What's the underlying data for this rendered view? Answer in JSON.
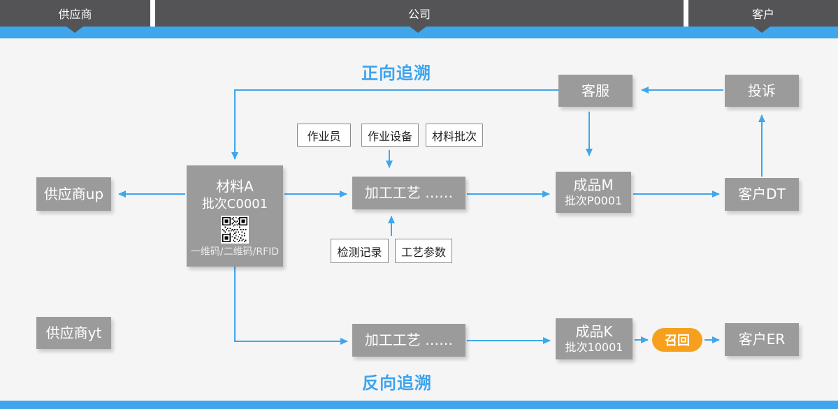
{
  "header": {
    "supplier": "供应商",
    "company": "公司",
    "customer": "客户"
  },
  "titles": {
    "forward": "正向追溯",
    "backward": "反向追溯"
  },
  "nodes": {
    "service": "客服",
    "complaint": "投诉",
    "supplier_up": "供应商up",
    "supplier_yt": "供应商yt",
    "material_a": {
      "name": "材料A",
      "batch": "批次C0001",
      "caption": "一维码/二维码/RFID"
    },
    "process_1": "加工工艺  ……",
    "process_2": "加工工艺  ……",
    "product_m": {
      "name": "成品M",
      "batch": "批次P0001"
    },
    "product_k": {
      "name": "成品K",
      "batch": "批次10001"
    },
    "customer_dt": "客户DT",
    "customer_er": "客户ER",
    "recall": "召回"
  },
  "tags": {
    "operator": "作业员",
    "equipment": "作业设备",
    "material_batch": "材料批次",
    "inspection": "检测记录",
    "process_params": "工艺参数"
  },
  "colors": {
    "accent_blue": "#3fa6ec",
    "bar_dark": "#545456",
    "node_gray": "#9b9b9b",
    "recall_orange": "#f7a01d"
  }
}
